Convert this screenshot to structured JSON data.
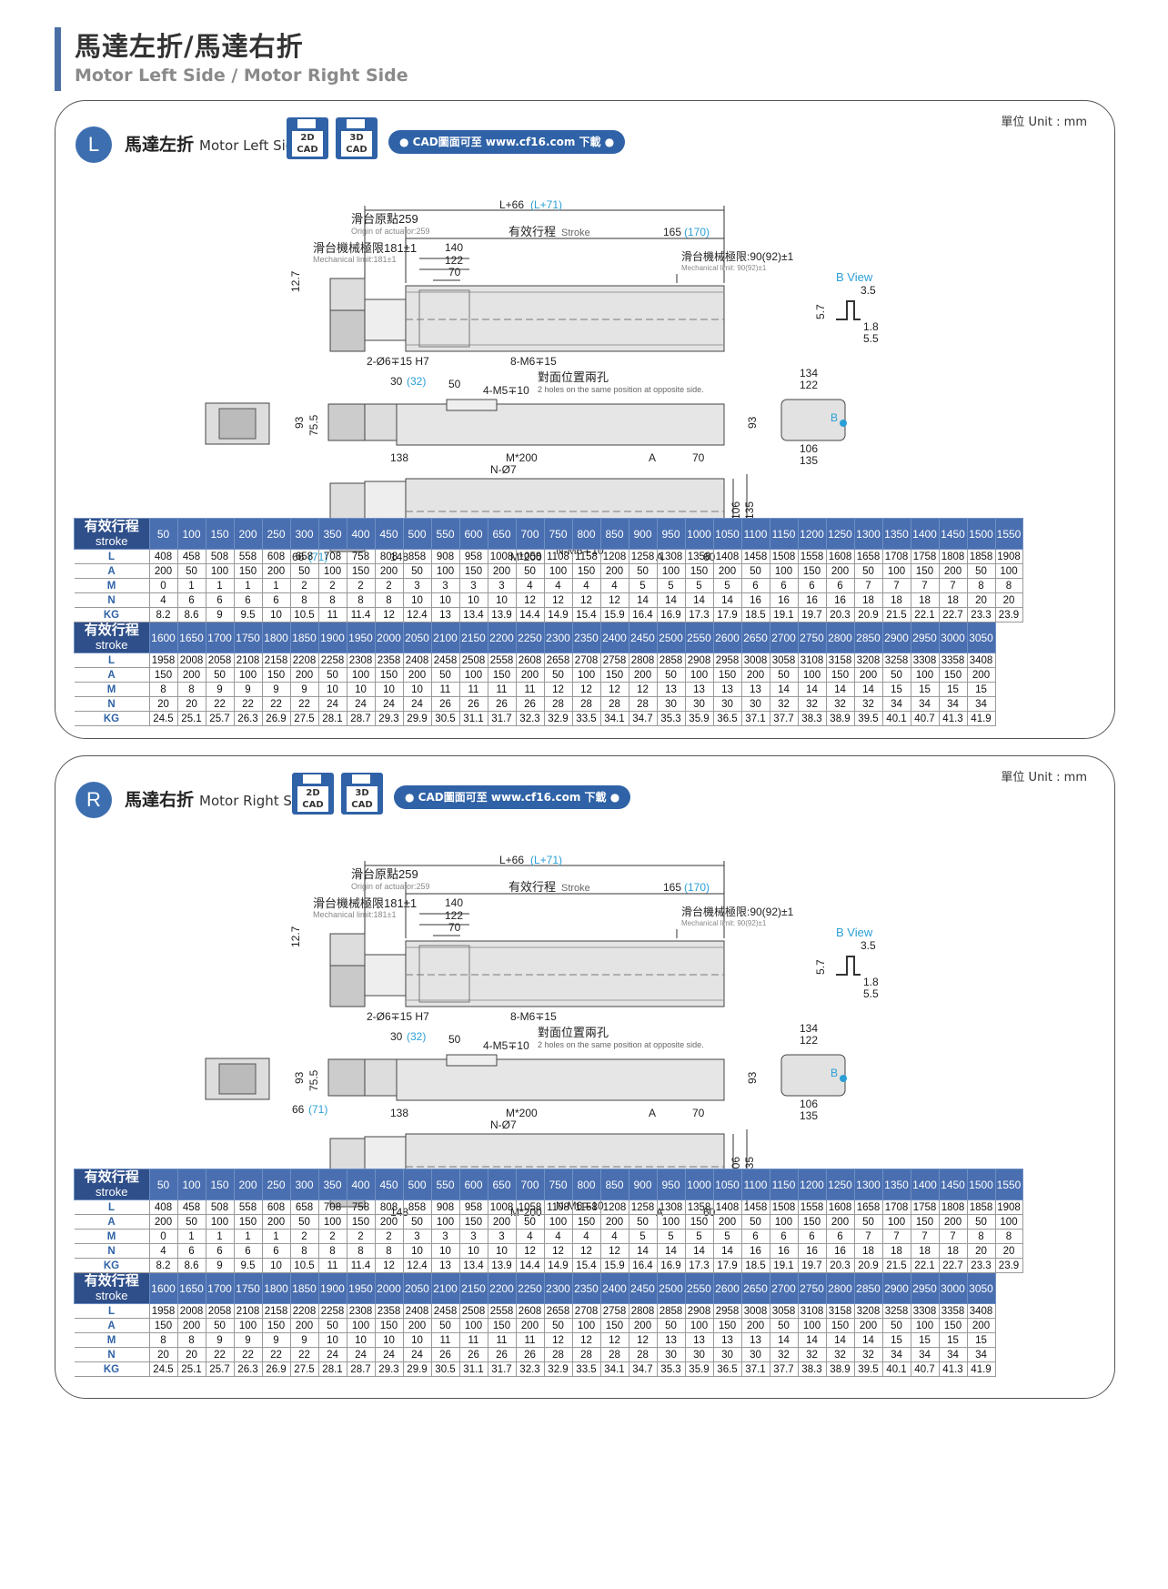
{
  "header": {
    "title": "馬達左折/馬達右折",
    "subtitle": "Motor Left Side / Motor Right Side"
  },
  "common": {
    "unit": "單位 Unit : mm",
    "cad2d_line1": "2D",
    "cad2d_line2": "CAD",
    "cad3d_line1": "3D",
    "cad3d_line2": "CAD",
    "download": "● CAD圖面可至 www.cf16.com 下載 ●"
  },
  "drawing_labels": {
    "total": "L+66",
    "total_alt": "(L+71)",
    "origin": "滑台原點259",
    "origin_en": "Origin of actuator:259",
    "stroke": "有效行程",
    "stroke_en": "Stroke",
    "end": "165",
    "end_alt": "(170)",
    "mech_left": "滑台機械極限181±1",
    "mech_left_en": "Mechanical limit:181±1",
    "d140": "140",
    "d122": "122",
    "d70": "70",
    "mech_right": "滑台機械極限:90(92)±1",
    "mech_right_en": "Mechanical limit: 90(92)±1",
    "h127": "12.7",
    "hole1": "2-Ø6∓15 H7",
    "hole2": "8-M6∓15",
    "d30": "30",
    "d30_alt": "(32)",
    "d50": "50",
    "hole3": "4-M5∓10",
    "opp": "對面位置兩孔",
    "opp_en": "2 holes on the same position at opposite side.",
    "d93": "93",
    "d755": "75.5",
    "d138": "138",
    "m200": "M*200",
    "n7": "N-Ø7",
    "a": "A",
    "d70b": "70",
    "d66": "66",
    "d66_alt": "(71)",
    "d148": "148",
    "m200b": "M*200",
    "nm6": "N-M6∓10",
    "ab": "A",
    "d60": "60",
    "d106": "106",
    "d135": "135",
    "bview": "B View",
    "b35": "3.5",
    "b57": "5.7",
    "b18": "1.8",
    "b55": "5.5",
    "e134": "134",
    "e122": "122",
    "e93": "93",
    "e106": "106",
    "e135": "135",
    "b": "B"
  },
  "sections": [
    {
      "badge": "L",
      "title": "馬達左折",
      "title_en": "Motor Left Side"
    },
    {
      "badge": "R",
      "title": "馬達右折",
      "title_en": "Motor Right Side"
    }
  ],
  "table": {
    "head_zh": "有效行程",
    "head_en": "stroke",
    "rows": [
      "L",
      "A",
      "M",
      "N",
      "KG"
    ],
    "block1": {
      "stroke": [
        50,
        100,
        150,
        200,
        250,
        300,
        350,
        400,
        450,
        500,
        550,
        600,
        650,
        700,
        750,
        800,
        850,
        900,
        950,
        1000,
        1050,
        1100,
        1150,
        1200,
        1250,
        1300,
        1350,
        1400,
        1450,
        1500,
        1550
      ],
      "L": [
        408,
        458,
        508,
        558,
        608,
        658,
        708,
        758,
        808,
        858,
        908,
        958,
        1008,
        1058,
        1108,
        1158,
        1208,
        1258,
        1308,
        1358,
        1408,
        1458,
        1508,
        1558,
        1608,
        1658,
        1708,
        1758,
        1808,
        1858,
        1908
      ],
      "A": [
        200,
        50,
        100,
        150,
        200,
        50,
        100,
        150,
        200,
        50,
        100,
        150,
        200,
        50,
        100,
        150,
        200,
        50,
        100,
        150,
        200,
        50,
        100,
        150,
        200,
        50,
        100,
        150,
        200,
        50,
        100
      ],
      "M": [
        0,
        1,
        1,
        1,
        1,
        2,
        2,
        2,
        2,
        3,
        3,
        3,
        3,
        4,
        4,
        4,
        4,
        5,
        5,
        5,
        5,
        6,
        6,
        6,
        6,
        7,
        7,
        7,
        7,
        8,
        8
      ],
      "N": [
        4,
        6,
        6,
        6,
        6,
        8,
        8,
        8,
        8,
        10,
        10,
        10,
        10,
        12,
        12,
        12,
        12,
        14,
        14,
        14,
        14,
        16,
        16,
        16,
        16,
        18,
        18,
        18,
        18,
        20,
        20
      ],
      "KG": [
        "8.2",
        "8.6",
        "9",
        "9.5",
        "10",
        "10.5",
        "11",
        "11.4",
        "12",
        "12.4",
        "13",
        "13.4",
        "13.9",
        "14.4",
        "14.9",
        "15.4",
        "15.9",
        "16.4",
        "16.9",
        "17.3",
        "17.9",
        "18.5",
        "19.1",
        "19.7",
        "20.3",
        "20.9",
        "21.5",
        "22.1",
        "22.7",
        "23.3",
        "23.9"
      ]
    },
    "block2": {
      "stroke": [
        1600,
        1650,
        1700,
        1750,
        1800,
        1850,
        1900,
        1950,
        2000,
        2050,
        2100,
        2150,
        2200,
        2250,
        2300,
        2350,
        2400,
        2450,
        2500,
        2550,
        2600,
        2650,
        2700,
        2750,
        2800,
        2850,
        2900,
        2950,
        3000,
        3050
      ],
      "L": [
        1958,
        2008,
        2058,
        2108,
        2158,
        2208,
        2258,
        2308,
        2358,
        2408,
        2458,
        2508,
        2558,
        2608,
        2658,
        2708,
        2758,
        2808,
        2858,
        2908,
        2958,
        3008,
        3058,
        3108,
        3158,
        3208,
        3258,
        3308,
        3358,
        3408
      ],
      "A": [
        150,
        200,
        50,
        100,
        150,
        200,
        50,
        100,
        150,
        200,
        50,
        100,
        150,
        200,
        50,
        100,
        150,
        200,
        50,
        100,
        150,
        200,
        50,
        100,
        150,
        200,
        50,
        100,
        150,
        200
      ],
      "M": [
        8,
        8,
        9,
        9,
        9,
        9,
        10,
        10,
        10,
        10,
        11,
        11,
        11,
        11,
        12,
        12,
        12,
        12,
        13,
        13,
        13,
        13,
        14,
        14,
        14,
        14,
        15,
        15,
        15,
        15
      ],
      "N": [
        20,
        20,
        22,
        22,
        22,
        22,
        24,
        24,
        24,
        24,
        26,
        26,
        26,
        26,
        28,
        28,
        28,
        28,
        30,
        30,
        30,
        30,
        32,
        32,
        32,
        32,
        34,
        34,
        34,
        34
      ],
      "KG": [
        "24.5",
        "25.1",
        "25.7",
        "26.3",
        "26.9",
        "27.5",
        "28.1",
        "28.7",
        "29.3",
        "29.9",
        "30.5",
        "31.1",
        "31.7",
        "32.3",
        "32.9",
        "33.5",
        "34.1",
        "34.7",
        "35.3",
        "35.9",
        "36.5",
        "37.1",
        "37.7",
        "38.3",
        "38.9",
        "39.5",
        "40.1",
        "40.7",
        "41.3",
        "41.9"
      ]
    }
  }
}
